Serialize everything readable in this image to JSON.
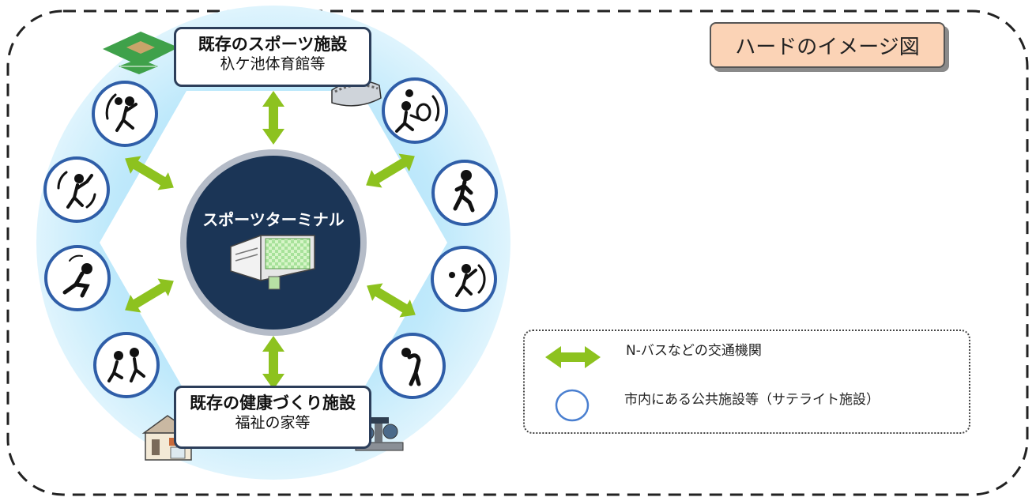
{
  "title": "ハードのイメージ図",
  "center": {
    "label": "スポーツターミナル"
  },
  "top_facility": {
    "name": "既存のスポーツ施設",
    "example": "杁ケ池体育館等"
  },
  "bottom_facility": {
    "name": "既存の健康づくり施設",
    "example": "福祉の家等"
  },
  "legend": {
    "arrow_label": "N-バスなどの交通機関",
    "circle_label": "市内にある公共施設等（サテライト施設）"
  },
  "colors": {
    "ring": "#bfe9fb",
    "ring_inner": "#8fd7f6",
    "center": "#1b3556",
    "arrow": "#8dc21f",
    "circle_border": "#2f5ea8",
    "legend_circle": "#4a7fd0",
    "title_bg": "#fbd3b6"
  },
  "icons": [
    "basketball-icon",
    "baseball-batter-icon",
    "sit-up-icon",
    "soccer-icon",
    "tennis-icon",
    "runner-icon",
    "volleyball-icon",
    "stretching-icon"
  ]
}
